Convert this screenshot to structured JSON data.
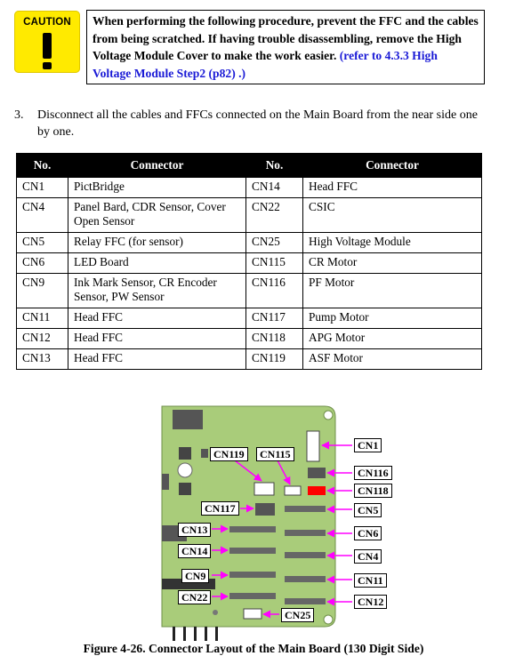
{
  "caution": {
    "icon_label": "CAUTION",
    "text": "When performing the following procedure, prevent the FFC and the cables from being scratched. If having trouble disassembling, remove the High Voltage Module Cover to make the work easier.",
    "reference": "(refer to 4.3.3 High Voltage Module Step2 (p82) .)"
  },
  "step": {
    "number": "3.",
    "text": "Disconnect all the cables and FFCs connected on the Main Board from the near side one by one."
  },
  "table": {
    "headers": [
      "No.",
      "Connector",
      "No.",
      "Connector"
    ],
    "rows": [
      [
        "CN1",
        "PictBridge",
        "CN14",
        "Head FFC"
      ],
      [
        "CN4",
        "Panel Bard, CDR Sensor, Cover Open Sensor",
        "CN22",
        "CSIC"
      ],
      [
        "CN5",
        "Relay FFC (for sensor)",
        "CN25",
        "High Voltage Module"
      ],
      [
        "CN6",
        "LED Board",
        "CN115",
        "CR Motor"
      ],
      [
        "CN9",
        "Ink Mark Sensor, CR Encoder Sensor, PW Sensor",
        "CN116",
        "PF Motor"
      ],
      [
        "CN11",
        "Head FFC",
        "CN117",
        "Pump Motor"
      ],
      [
        "CN12",
        "Head FFC",
        "CN118",
        "APG Motor"
      ],
      [
        "CN13",
        "Head FFC",
        "CN119",
        "ASF Motor"
      ]
    ]
  },
  "figure": {
    "labels": {
      "cn1": "CN1",
      "cn119": "CN119",
      "cn115": "CN115",
      "cn116": "CN116",
      "cn118": "CN118",
      "cn117": "CN117",
      "cn5": "CN5",
      "cn13": "CN13",
      "cn6": "CN6",
      "cn14": "CN14",
      "cn4": "CN4",
      "cn9": "CN9",
      "cn11": "CN11",
      "cn22": "CN22",
      "cn12": "CN12",
      "cn25": "CN25"
    },
    "colors": {
      "board": "#a9cc7a",
      "arrow": "#ff00ff",
      "highlight": "#ff0000"
    },
    "caption": "Figure 4-26. Connector Layout of the Main Board (130 Digit Side)"
  }
}
